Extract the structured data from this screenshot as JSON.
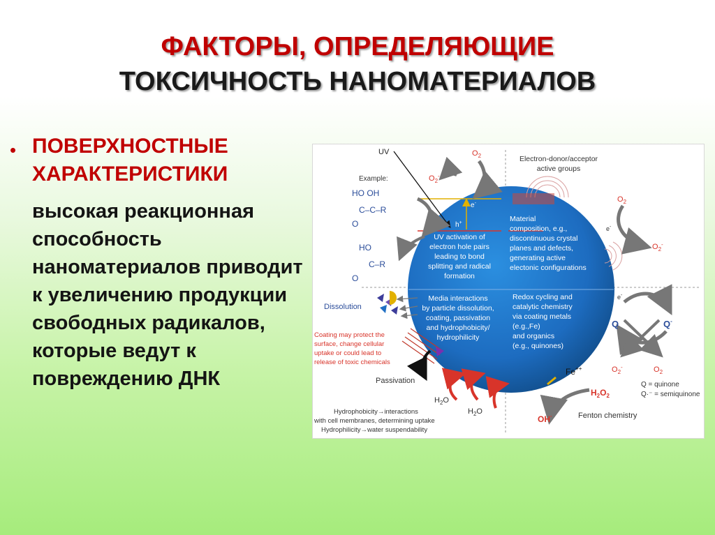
{
  "title": {
    "line1": "ФАКТОРЫ, ОПРЕДЕЛЯЮЩИЕ",
    "line2": "ТОКСИЧНОСТЬ НАНОМАТЕРИАЛОВ"
  },
  "bullet": {
    "symbol": "•",
    "heading": "ПОВЕРХНОСТНЫЕ ХАРАКТЕРИСТИКИ",
    "text": "высокая реакционная способность наноматериалов приводит к увеличению продукции свободных радикалов, которые ведут к повреждению ДНК"
  },
  "figure": {
    "uv": "UV",
    "o2_top": "O",
    "o2_minus_top": "O",
    "example": "Example:",
    "chem1_top": "HO  OH",
    "chem1_mid": "C–C–R",
    "chem1_o": "O",
    "chem2_top": "HO",
    "chem2_mid": "C–R",
    "chem2_o": "O",
    "e_minus": "e",
    "h_plus": "h",
    "q1_lines": [
      "UV activation of",
      "electron hole pairs",
      "leading to bond",
      "splitting and radical",
      "formation"
    ],
    "q2_lines": [
      "Material",
      "composition, e.g.,",
      "discontinuous crystal",
      "planes and defects,",
      "generating active",
      "electonic configurations"
    ],
    "q3_lines": [
      "Media interactions",
      "by particle dissolution,",
      "coating, passivation",
      "and hydrophobicity/",
      "hydrophilicity"
    ],
    "q4_lines": [
      "Redox cycling and",
      "catalytic chemistry",
      "via coating metals",
      "(e.g.,Fe)",
      "and organics",
      "(e.g., quinones)"
    ],
    "donor_lines": [
      "Electron-donor/acceptor",
      "active groups"
    ],
    "dissolution": "Dissolution",
    "coating_lines": [
      "Coating may protect the",
      "surface, change cellular",
      "uptake or could lead to",
      "release of toxic chemicals"
    ],
    "passivation": "Passivation",
    "h2o": "H",
    "hydro_lines": [
      "Hydrophobicity→interactions",
      "with cell membranes, determining uptake",
      "Hydrophilicity→water suspendability"
    ],
    "o2_right": "O",
    "o2_minus_right": "O",
    "q": "Q",
    "q_minus": "Q",
    "o2_bottom_minus": "O",
    "o2_bottom": "O",
    "q_legend": "Q = quinone",
    "q_legend2": "Q·⁻ = semiquinone",
    "fe": "Fe",
    "h2o2": "H",
    "oh": "OH",
    "fenton": "Fenton chemistry"
  },
  "colors": {
    "title_red": "#c00000",
    "sphere_blue": "#1f6fc4",
    "label_red": "#c0392b",
    "label_blue": "#2b4d9a"
  }
}
